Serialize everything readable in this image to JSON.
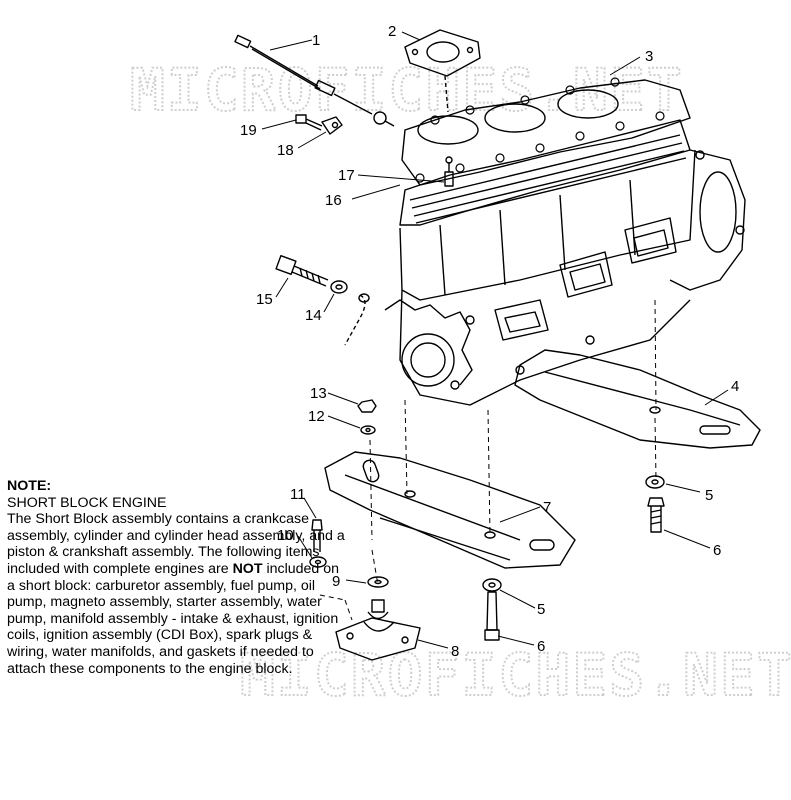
{
  "watermark": "MICROFICHES.NET",
  "callouts": [
    "1",
    "2",
    "3",
    "4",
    "5",
    "6",
    "7",
    "8",
    "9",
    "10",
    "11",
    "12",
    "13",
    "14",
    "15",
    "16",
    "17",
    "18",
    "19"
  ],
  "note": {
    "heading": "NOTE:",
    "subheading": "SHORT BLOCK ENGINE",
    "text_before": "The Short Block assembly contains a crankcase assembly, cylinder and cylinder head assembly, and a piston & crankshaft assembly.  The following items included with complete engines are ",
    "emphasis": "NOT",
    "text_after": " included on a short block:  carburetor assembly, fuel pump, oil pump, magneto assembly, starter assembly, water pump, manifold assembly - intake & exhaust, ignition coils, ignition assembly (CDI Box), spark plugs & wiring, water manifolds, and gaskets if needed to attach these components to the engine block."
  }
}
